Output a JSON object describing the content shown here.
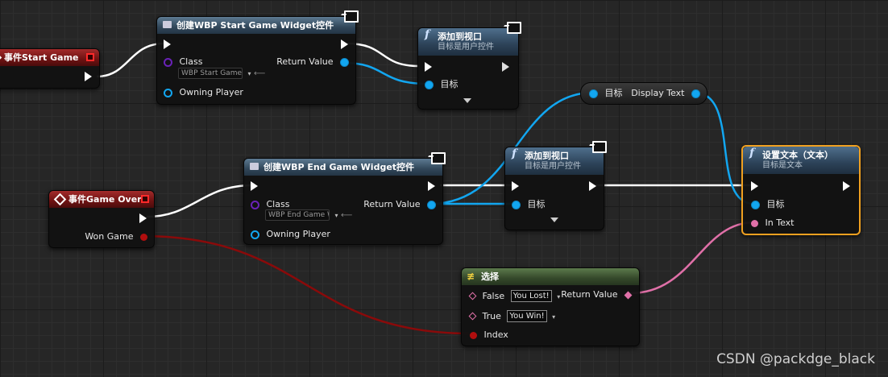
{
  "nodes": {
    "event_start": {
      "title": "事件Start Game"
    },
    "create_start": {
      "title": "创建WBP Start Game Widget控件",
      "class_label": "Class",
      "class_value": "WBP Start Game W",
      "return_label": "Return Value",
      "owning_label": "Owning Player"
    },
    "add_viewport_1": {
      "title": "添加到视口",
      "subtitle": "目标是用户控件",
      "target_label": "目标"
    },
    "display_text_get": {
      "target_label": "目标",
      "output_label": "Display Text"
    },
    "event_over": {
      "title": "事件Game Over",
      "won_label": "Won Game"
    },
    "create_end": {
      "title": "创建WBP End Game Widget控件",
      "class_label": "Class",
      "class_value": "WBP End Game W",
      "return_label": "Return Value",
      "owning_label": "Owning Player"
    },
    "add_viewport_2": {
      "title": "添加到视口",
      "subtitle": "目标是用户控件",
      "target_label": "目标"
    },
    "set_text": {
      "title": "设置文本（文本）",
      "subtitle": "目标是文本",
      "target_label": "目标",
      "in_text_label": "In Text"
    },
    "select": {
      "title": "选择",
      "false_label": "False",
      "false_value": "You Lost!",
      "true_label": "True",
      "true_value": "You Win!",
      "index_label": "Index",
      "return_label": "Return Value"
    }
  },
  "watermark": "CSDN @packdge_black",
  "colors": {
    "exec": "#ffffff",
    "object": "#12a6f0",
    "bool": "#b10e0e",
    "text": "#e070a8",
    "selected_border": "#f0a020",
    "event_header": "#8a1c1c",
    "function_header": "#2c4258"
  }
}
